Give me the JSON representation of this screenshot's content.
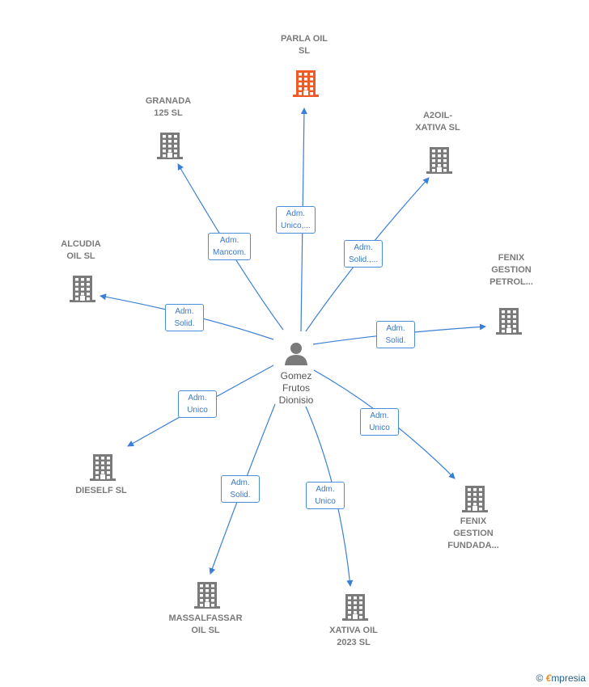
{
  "colors": {
    "edge": "#3a7fd5",
    "building": "#7a7a7a",
    "building_highlight": "#f15a24",
    "person": "#7a7a7a"
  },
  "center": {
    "name": "Gomez\nFrutos\nDionisio",
    "icon": "person-icon"
  },
  "nodes": [
    {
      "id": "parla",
      "name": "PARLA OIL\nSL",
      "icon": "building-icon",
      "highlight": true
    },
    {
      "id": "granada",
      "name": "GRANADA\n125 SL",
      "icon": "building-icon"
    },
    {
      "id": "a2oil",
      "name": "A2OIL-\nXATIVA  SL",
      "icon": "building-icon"
    },
    {
      "id": "alcudia",
      "name": "ALCUDIA\nOIL  SL",
      "icon": "building-icon"
    },
    {
      "id": "fenixpetrol",
      "name": "FENIX\nGESTION\nPETROL...",
      "icon": "building-icon"
    },
    {
      "id": "dieself",
      "name": "DIESELF  SL",
      "icon": "building-icon"
    },
    {
      "id": "fenixfund",
      "name": "FENIX\nGESTION\nFUNDADA...",
      "icon": "building-icon"
    },
    {
      "id": "massal",
      "name": "MASSALFASSAR\nOIL  SL",
      "icon": "building-icon"
    },
    {
      "id": "xativa2023",
      "name": "XATIVA OIL\n2023  SL",
      "icon": "building-icon"
    }
  ],
  "edges": [
    {
      "to": "parla",
      "label": "Adm.\nUnico,..."
    },
    {
      "to": "granada",
      "label": "Adm.\nMancom."
    },
    {
      "to": "a2oil",
      "label": "Adm.\nSolid.,..."
    },
    {
      "to": "alcudia",
      "label": "Adm.\nSolid."
    },
    {
      "to": "fenixpetrol",
      "label": "Adm.\nSolid."
    },
    {
      "to": "dieself",
      "label": "Adm.\nUnico"
    },
    {
      "to": "fenixfund",
      "label": "Adm.\nUnico"
    },
    {
      "to": "massal",
      "label": "Adm.\nSolid."
    },
    {
      "to": "xativa2023",
      "label": "Adm.\nUnico"
    }
  ],
  "watermark": {
    "copyright": "©",
    "brand_initial": "€",
    "brand_rest": "mpresia"
  }
}
